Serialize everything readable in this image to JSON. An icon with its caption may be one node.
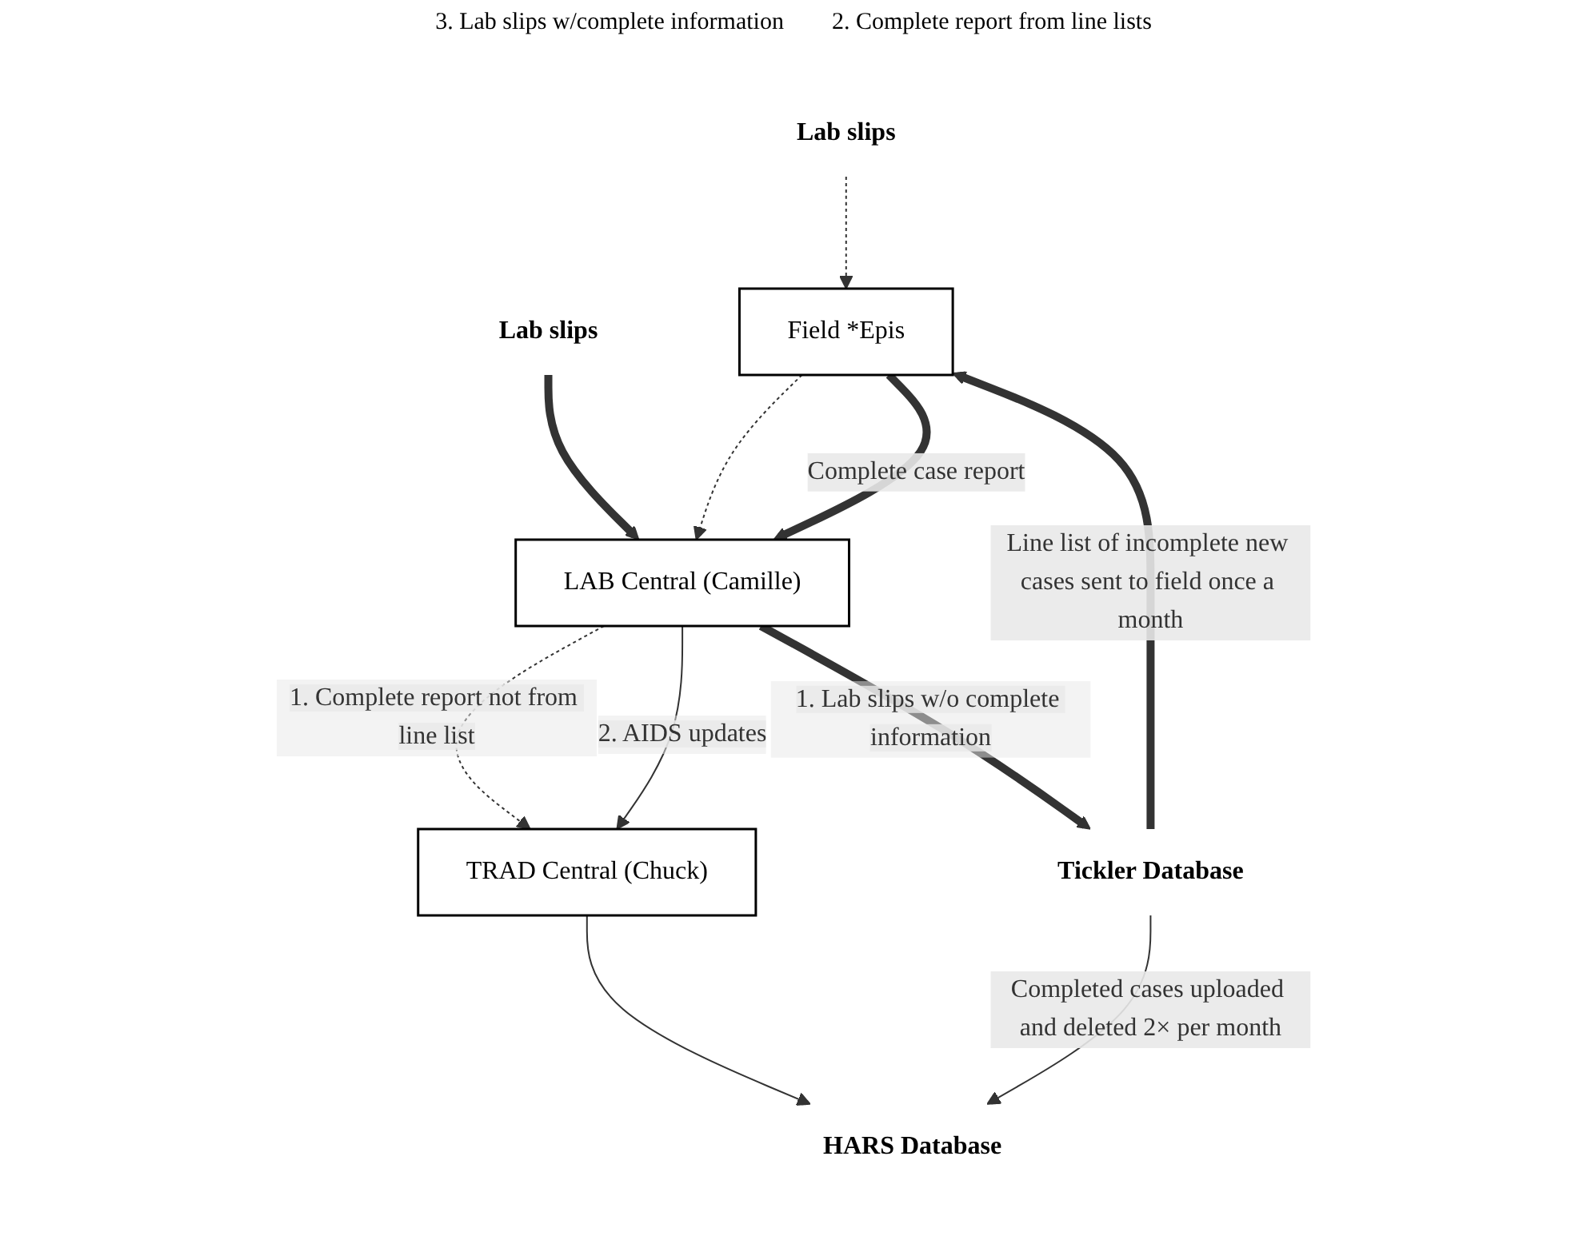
{
  "diagram": {
    "nodes": [
      {
        "text": [
          "Lab slips"
        ]
      },
      {
        "text": [
          "Lab slips"
        ]
      },
      {
        "text": [
          "Field *Epis"
        ]
      },
      {
        "text": [
          "LAB Central (Camille)"
        ]
      },
      {
        "text": [
          "TRAD Central (Chuck)"
        ]
      },
      {
        "text": [
          "Tickler Database"
        ]
      },
      {
        "text": [
          "HARS Database"
        ]
      }
    ],
    "edges": [
      {
        "from": 0,
        "to": 2,
        "arrow": "to",
        "style": "dashed"
      },
      {
        "from": 1,
        "to": 3,
        "arrow": "to",
        "style": "thick"
      },
      {
        "from": 2,
        "to": 3,
        "arrow": "to",
        "style": "dashed"
      },
      {
        "from": 2,
        "to": 3,
        "arrow": "to",
        "style": "thick",
        "label": "Complete case report"
      },
      {
        "from": 3,
        "to": 4,
        "arrow": "to",
        "style": "dashed",
        "label": "1. Complete report not from line list"
      },
      {
        "from": 3,
        "to": 4,
        "arrow": "to",
        "label": "2. AIDS updates"
      },
      {
        "from": 3,
        "to": 5,
        "arrow": "to",
        "style": "thick",
        "label": "1. Lab slips w/o complete information"
      },
      {
        "from": 5,
        "to": 2,
        "arrow": "to",
        "style": "thick",
        "label": "Line list of incomplete new cases sent to field once a month"
      },
      {
        "from": 4,
        "to": 6,
        "arrow": "to"
      },
      {
        "from": 5,
        "to": 6,
        "arrow": "to",
        "label": "Completed cases uploaded and deleted 2× per month"
      }
    ],
    "labels": [
      "3. Lab slips w/complete information",
      "2. Complete report from line lists"
    ]
  }
}
